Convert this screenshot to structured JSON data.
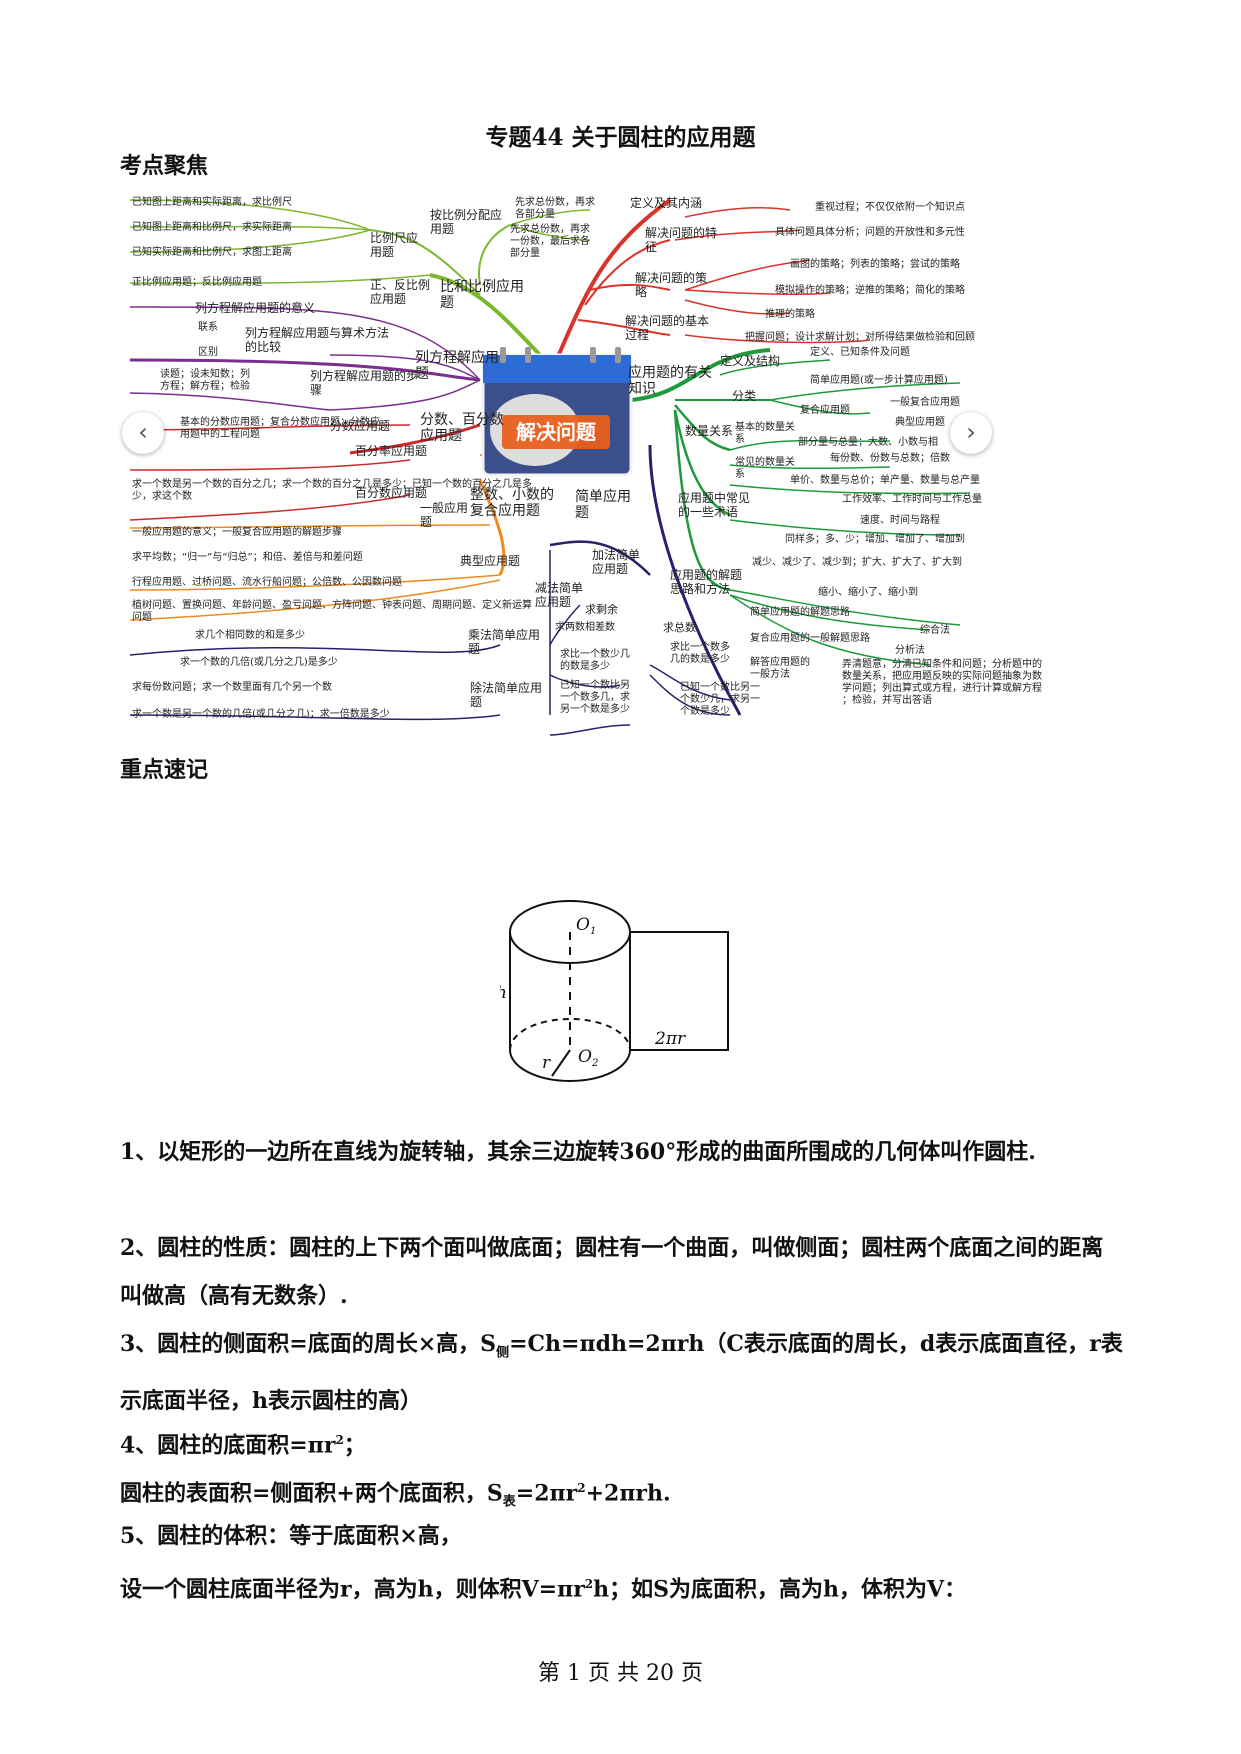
{
  "title": "专题44 关于圆柱的应用题",
  "section1": "考点聚焦",
  "section2": "重点速记",
  "mindmap": {
    "center_label": "解决问题",
    "nav_prev": "‹",
    "nav_next": "›",
    "colors": {
      "red": "#d9342b",
      "green": "#1e9a3c",
      "orange": "#ee8a1f",
      "lime": "#7bb82e",
      "purple": "#7a2f8e",
      "red2": "#cc2a2a",
      "navy": "#27226b"
    },
    "labels": [
      "定义及其内涵",
      "解决问题的特征",
      "解决问题的策略",
      "解决问题的基本过程",
      "解决问题",
      "重视过程；不仅仅依附一个知识点",
      "具体问题具体分析；问题的开放性和多元性",
      "画图的策略；列表的策略；尝试的策略",
      "模拟操作的策略；逆推的策略；简化的策略",
      "推理的策略",
      "把握问题；设计求解计划；对所得结果做检验和回顾",
      "应用题的有关知识",
      "定义及结构",
      "定义、已知条件及问题",
      "分类",
      "简单应用题(或一步计算应用题)",
      "复合应用题",
      "一般复合应用题",
      "典型应用题",
      "数量关系",
      "基本的数量关系",
      "部分量与总量；大数、小数与相",
      "每份数、份数与总数；倍数",
      "常见的数量关系",
      "单价、数量与总价；单产量、数量与总产量",
      "工作效率、工作时间与工作总量",
      "速度、时间与路程",
      "应用题中常见的一些术语",
      "同样多；多、少；增加、增加了、增加到",
      "减少、减少了、减少到；扩大、扩大了、扩大到",
      "缩小、缩小了、缩小到",
      "应用题的解题思路和方法",
      "简单应用题的解题思路",
      "复合应用题的一般解题思路",
      "综合法",
      "分析法",
      "解答应用题的一般方法",
      "弄清题意，分清已知条件和问题；分析题中的数量关系，把应用题反映的实际问题抽象为数学问题；列出算式或方程，进行计算或解方程；检验，并写出答语",
      "简单应用题",
      "加法简单应用题",
      "减法简单应用题",
      "求剩余",
      "求两数相差数",
      "求比一个数少几的数是多少",
      "已知一个数比另一个数多几，求另一个数是多少",
      "求总数",
      "求比一个数多几的数是多少",
      "已知一个数比另一个数少几，求另一个数是多少",
      "乘法简单应用题",
      "求几个相同数的和是多少",
      "求一个数的几倍(或几分之几)是多少",
      "除法简单应用题",
      "求每份数问题；求一个数里面有几个另一个数",
      "求一个数是另一个数的几倍(或几分之几)；求一倍数是多少",
      "整数、小数的复合应用题",
      "一般应用题",
      "一般应用题的意义；一般复合应用题的解题步骤",
      "典型应用题",
      "求平均数；“归一”与“归总”；和倍、差倍与和差问题",
      "行程应用题、过桥问题、流水行船问题；公倍数、公因数问题",
      "植树问题、置换问题、年龄问题、盈亏问题、方阵问题、钟表问题、周期问题、定义新运算问题",
      "分数、百分数应用题",
      "分数应用题",
      "基本的分数应用题；复合分数应用题；分数应用题中的工程问题",
      "百分率应用题",
      "百分数应用题",
      "求一个数是另一个数的百分之几；求一个数的百分之几是多少；已知一个数的百分之几是多少，求这个数",
      "列方程解应用题",
      "列方程解应用题的意义",
      "列方程解应用题与算术方法的比较",
      "联系",
      "区别",
      "列方程解应用题的步骤",
      "读题；设未知数；列方程；解方程；检验",
      "比和比例应用题",
      "按比例分配应用题",
      "先求总份数，再求各部分量",
      "先求总份数，再求一份数，最后求各部分量",
      "比例尺应用题",
      "已知图上距离和实际距离，求比例尺",
      "已知图上距离和比例尺，求实际距离",
      "已知实际距离和比例尺，求图上距离",
      "正、反比例应用题",
      "正比例应用题；反比例应用题"
    ]
  },
  "figure": {
    "o1": "O",
    "o1_sub": "1",
    "o2": "O",
    "o2_sub": "2",
    "h": "h",
    "r": "r",
    "circ": "2πr"
  },
  "paragraphs": {
    "p1": "1、以矩形的一边所在直线为旋转轴，其余三边旋转360°形成的曲面所围成的几何体叫作圆柱.",
    "p2": "2、圆柱的性质：圆柱的上下两个面叫做底面；圆柱有一个曲面，叫做侧面；圆柱两个底面之间的距离叫做高（高有无数条）.",
    "p3a": "3、圆柱的侧面积=底面的周长×高，S",
    "p3sub": "侧",
    "p3b": "=Ch=πdh=2πrh（C表示底面的周长，d表示底面直径，r表示底面半径，h表示圆柱的高）",
    "p4a": "4、圆柱的底面积=πr",
    "p4b": "；",
    "p5a": "圆柱的表面积=侧面积+两个底面积，S",
    "p5sub": "表",
    "p5b": "=2πr",
    "p5c": "+2πrh.",
    "p6": "5、圆柱的体积：等于底面积×高，",
    "p7a": "设一个圆柱底面半径为r，高为h，则体积V=πr",
    "p7b": "h；如S为底面积，高为h，体积为V：",
    "sup2": "2"
  },
  "footer": "第 1 页 共 20 页"
}
